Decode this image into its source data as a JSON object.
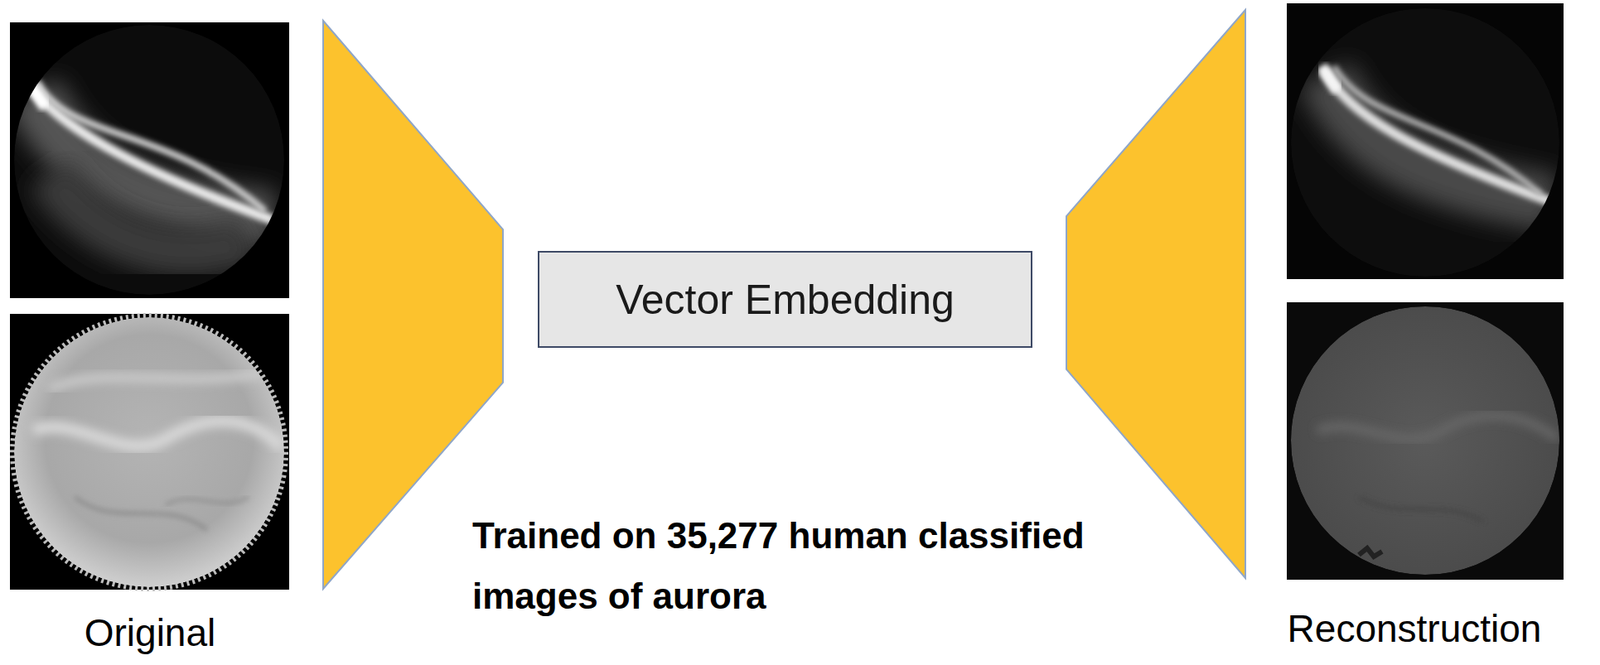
{
  "diagram": {
    "nodes": [
      {
        "text": [
          "Vector Embedding"
        ]
      }
    ],
    "labels": [
      "Original",
      "Trained on 35,277 human classified images of aurora",
      "Reconstruction"
    ]
  }
}
